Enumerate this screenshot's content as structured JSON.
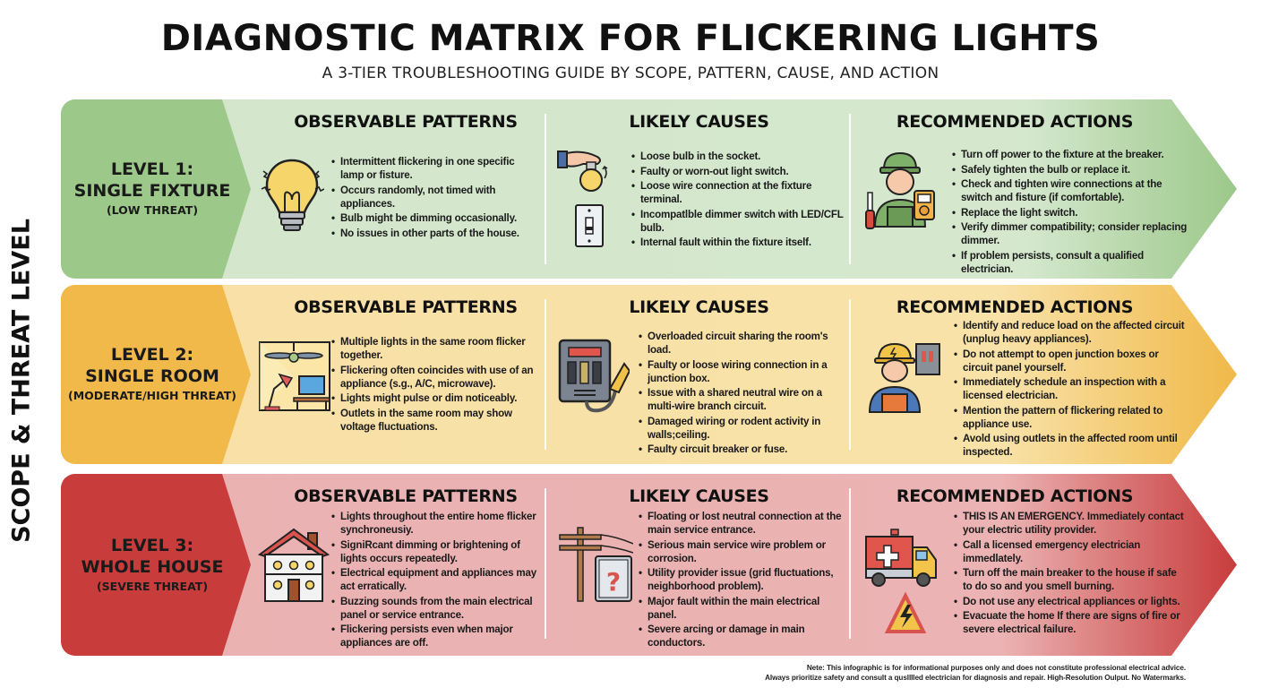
{
  "header": {
    "title": "DIAGNOSTIC MATRIX FOR FLICKERING LIGHTS",
    "subtitle": "A 3-TIER TROUBLESHOOTING GUIDE BY SCOPE, PATTERN, CAUSE, AND ACTION"
  },
  "side_label": "SCOPE & THREAT LEVEL",
  "colors": {
    "green_dark": "#9cc88a",
    "green_light": "#d3e6cc",
    "yellow_dark": "#f0b94a",
    "yellow_light": "#f8e0a5",
    "red_dark": "#c83c3c",
    "red_light": "#eab1b1"
  },
  "columns": {
    "patterns": "OBSERVABLE PATTERNS",
    "causes": "LIKELY CAUSES",
    "actions": "RECOMMENDED ACTIONS"
  },
  "levels": [
    {
      "level": "LEVEL 1:",
      "scope": "SINGLE FIXTURE",
      "threat": "(LOW THREAT)",
      "icons": {
        "patterns": "flickering-light-bulb-icon",
        "causes": "hand-bulb-and-light-switch-icon",
        "actions": "electrician-with-multimeter-icon"
      },
      "patterns": [
        "Intermittent flickering in one specific lamp or fisture.",
        "Occurs randomly, not timed with appliances.",
        "Bulb might be dimming occasionally.",
        "No issues in other parts of the house."
      ],
      "causes": [
        "Loose bulb in the socket.",
        "Faulty or worn-out light switch.",
        "Loose wire connection at the fixture terminal.",
        "Incompatlble dimmer switch with LED/CFL bulb.",
        "Internal fault within the fixture itself."
      ],
      "actions": [
        "Turn off power to the fixture at the breaker.",
        "Safely tighten the bulb or replace it.",
        "Check and tighten wire connections at the switch and fisture (if comfortable).",
        "Replace the light switch.",
        "Verify dimmer compatibility; consider replacing dimmer.",
        "If problem persists, consult a qualified electrician."
      ]
    },
    {
      "level": "LEVEL 2:",
      "scope": "SINGLE ROOM",
      "threat": "(MODERATE/HIGH THREAT)",
      "icons": {
        "patterns": "room-with-fan-lamp-monitor-icon",
        "causes": "breaker-panel-and-wire-nut-icon",
        "actions": "electrician-with-panel-icon"
      },
      "patterns": [
        "Multiple lights in the same room flicker together.",
        "Flickering often coincides with use of an appliance (s.g., A/C, microwave).",
        "Lights might pulse or dim noticeably.",
        "Outlets in the same room may show voltage fluctuations."
      ],
      "causes": [
        "Overloaded circuit sharing the room's load.",
        "Faulty or loose wiring connection in a junction box.",
        "Issue with a shared neutral wire on a multi-wire branch circuit.",
        "Damaged wiring or rodent activity in walls;ceiling.",
        "Faulty circuit breaker or fuse."
      ],
      "actions": [
        "Identify and reduce load on the affected circuit (unplug heavy appliances).",
        "Do not attempt to open junction boxes or circuit panel yourself.",
        "Immediately schedule an inspection with a licensed electrician.",
        "Mention the pattern of flickering related to appliance use.",
        "Avold using outlets in the affected room until inspected."
      ]
    },
    {
      "level": "LEVEL 3:",
      "scope": "WHOLE HOUSE",
      "threat": "(SEVERE THREAT)",
      "icons": {
        "patterns": "house-with-lit-bulbs-icon",
        "causes": "utility-pole-and-meter-question-icon",
        "actions": "emergency-truck-and-hazard-sign-icon"
      },
      "patterns": [
        "Lights throughout the entire home flicker synchroneusiy.",
        "SigniRcant dimming or brightening of lights occurs repeatedly.",
        "Electrical equipment and appliances may act erratically.",
        "Buzzing sounds from the main electrical panel or service entrance.",
        "Flickering persists even when major appliances are off."
      ],
      "causes": [
        "Floating or lost neutral connection at the main service entrance.",
        "Serious main service wire problem or corrosion.",
        "Utility provider issue (grid fluctuations, neighborhood problem).",
        "Major fault within the main electrical panel.",
        "Severe arcing or damage in main conductors."
      ],
      "actions": [
        "THIS IS AN EMERGENCY. Immediately contact your electric utility provider.",
        "Call a licensed emergency electrician immedlately.",
        "Turn off the main breaker to the house if safe to do so and you smell burning.",
        "Do not use any electrical appliances or lights.",
        "Evacuate the home If there are signs of fire or severe electrical failure."
      ]
    }
  ],
  "footer": {
    "line1": "Nete: This infographic is for informational purposes only and does not constitute professional electrical advice.",
    "line2": "Always prioritize safety and consult a qusllIled electrician for diagnosis and repair. High-Resolution Oulput. No Watermarks."
  }
}
